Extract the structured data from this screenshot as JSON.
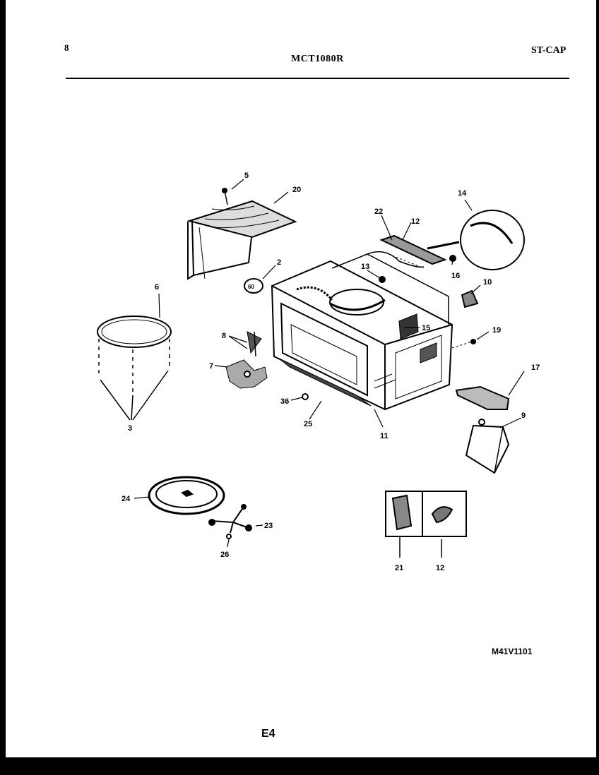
{
  "header": {
    "page_number": "8",
    "model": "MCT1080R",
    "style_code": "ST-CAP"
  },
  "callouts": {
    "c5": "5",
    "c20": "20",
    "c2": "2",
    "c22": "22",
    "c12": "12",
    "c14": "14",
    "c13": "13",
    "c16": "16",
    "c10": "10",
    "c15": "15",
    "c19": "19",
    "c6": "6",
    "c8": "8",
    "c7": "7",
    "c3": "3",
    "c36": "36",
    "c25": "25",
    "c11": "11",
    "c17": "17",
    "c9": "9",
    "c24": "24",
    "c23": "23",
    "c26": "26",
    "c21": "21",
    "c12b": "12"
  },
  "footer": {
    "diagram_ref": "M41V1101",
    "page_code": "E4"
  }
}
